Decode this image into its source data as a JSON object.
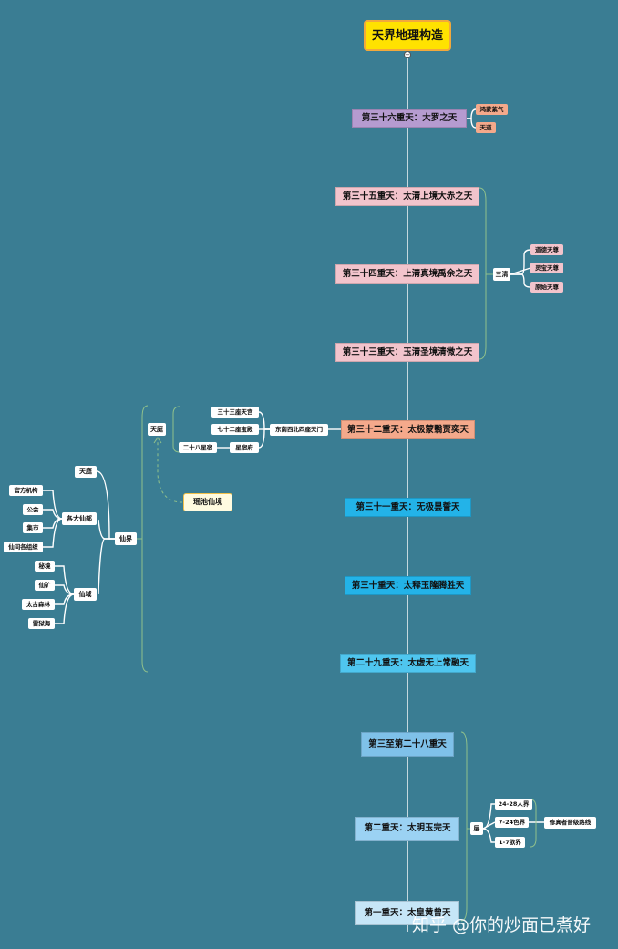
{
  "root": {
    "label": "天界地理构造",
    "toggle": "−"
  },
  "heavens": [
    {
      "label": "第三十六重天：大罗之天",
      "color": "#b59bd0"
    },
    {
      "label": "第三十五重天：太清上境大赤之天",
      "color": "#f2c4cc"
    },
    {
      "label": "第三十四重天：上清真境禹余之天",
      "color": "#f2c4cc"
    },
    {
      "label": "第三十三重天：玉清圣境清微之天",
      "color": "#f2c4cc"
    },
    {
      "label": "第三十二重天：太极蒙翳贾奕天",
      "color": "#f4a98b"
    },
    {
      "label": "第三十一重天：无极昙誓天",
      "color": "#23b3e8"
    },
    {
      "label": "第三十重天：太释玉隆腾胜天",
      "color": "#23b3e8"
    },
    {
      "label": "第二十九重天：太虚无上常融天",
      "color": "#4fc6ef"
    },
    {
      "label": "第三至第二十八重天",
      "color": "#7fc1e9"
    },
    {
      "label": "第二重天：太明玉完天",
      "color": "#9bd2f3"
    },
    {
      "label": "第一重天：太皇黄曾天",
      "color": "#c6e6f7"
    }
  ],
  "branches": {
    "daluo": [
      "鸿蒙紫气",
      "天道"
    ],
    "sanqing": {
      "label": "三清",
      "items": [
        "道德天尊",
        "灵宝天尊",
        "原始天尊"
      ]
    },
    "gate": "东南西北四座天门",
    "palaces": [
      "三十三座天宫",
      "七十二座宝殿"
    ],
    "xingxiu": {
      "label": "星宿府",
      "left": "二十八星宿"
    },
    "tianting": "天庭",
    "yaochi": "瑶池仙境",
    "xianjie": {
      "label": "仙界",
      "tianting": "天庭"
    },
    "xianbu": {
      "label": "各大仙部",
      "items": [
        "官方机构",
        "公会",
        "集市",
        "仙间各组织"
      ]
    },
    "xianyu": {
      "label": "仙域",
      "items": [
        "秘境",
        "仙矿",
        "太古森林",
        "雷狱海"
      ]
    },
    "ceng": {
      "label": "层",
      "items": [
        "24-28人界",
        "7-24色界",
        "1-7欲界"
      ],
      "note": "修真者晋级路线"
    }
  },
  "watermark": "知乎 @你的炒面已煮好"
}
